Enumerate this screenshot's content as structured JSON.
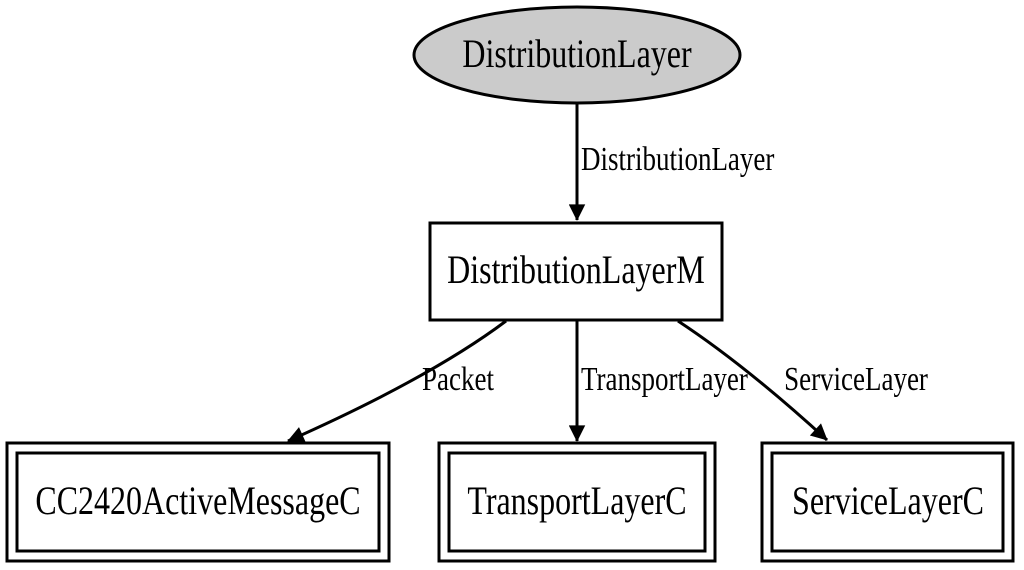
{
  "diagram": {
    "type": "component-wiring-graph",
    "background_color": "#ffffff",
    "line_color": "#000000",
    "nodes": {
      "distribution_layer": {
        "label": "DistributionLayer",
        "shape": "ellipse",
        "fill_color": "#cbcbcb"
      },
      "distribution_layer_m": {
        "label": "DistributionLayerM",
        "shape": "rectangle",
        "fill_color": "#ffffff"
      },
      "cc2420_active_message_c": {
        "label": "CC2420ActiveMessageC",
        "shape": "double-rectangle",
        "fill_color": "#ffffff"
      },
      "transport_layer_c": {
        "label": "TransportLayerC",
        "shape": "double-rectangle",
        "fill_color": "#ffffff"
      },
      "service_layer_c": {
        "label": "ServiceLayerC",
        "shape": "double-rectangle",
        "fill_color": "#ffffff"
      }
    },
    "edges": [
      {
        "from": "DistributionLayer",
        "to": "DistributionLayerM",
        "label": "DistributionLayer"
      },
      {
        "from": "DistributionLayerM",
        "to": "CC2420ActiveMessageC",
        "label": "Packet"
      },
      {
        "from": "DistributionLayerM",
        "to": "TransportLayerC",
        "label": "TransportLayer"
      },
      {
        "from": "DistributionLayerM",
        "to": "ServiceLayerC",
        "label": "ServiceLayer"
      }
    ]
  }
}
